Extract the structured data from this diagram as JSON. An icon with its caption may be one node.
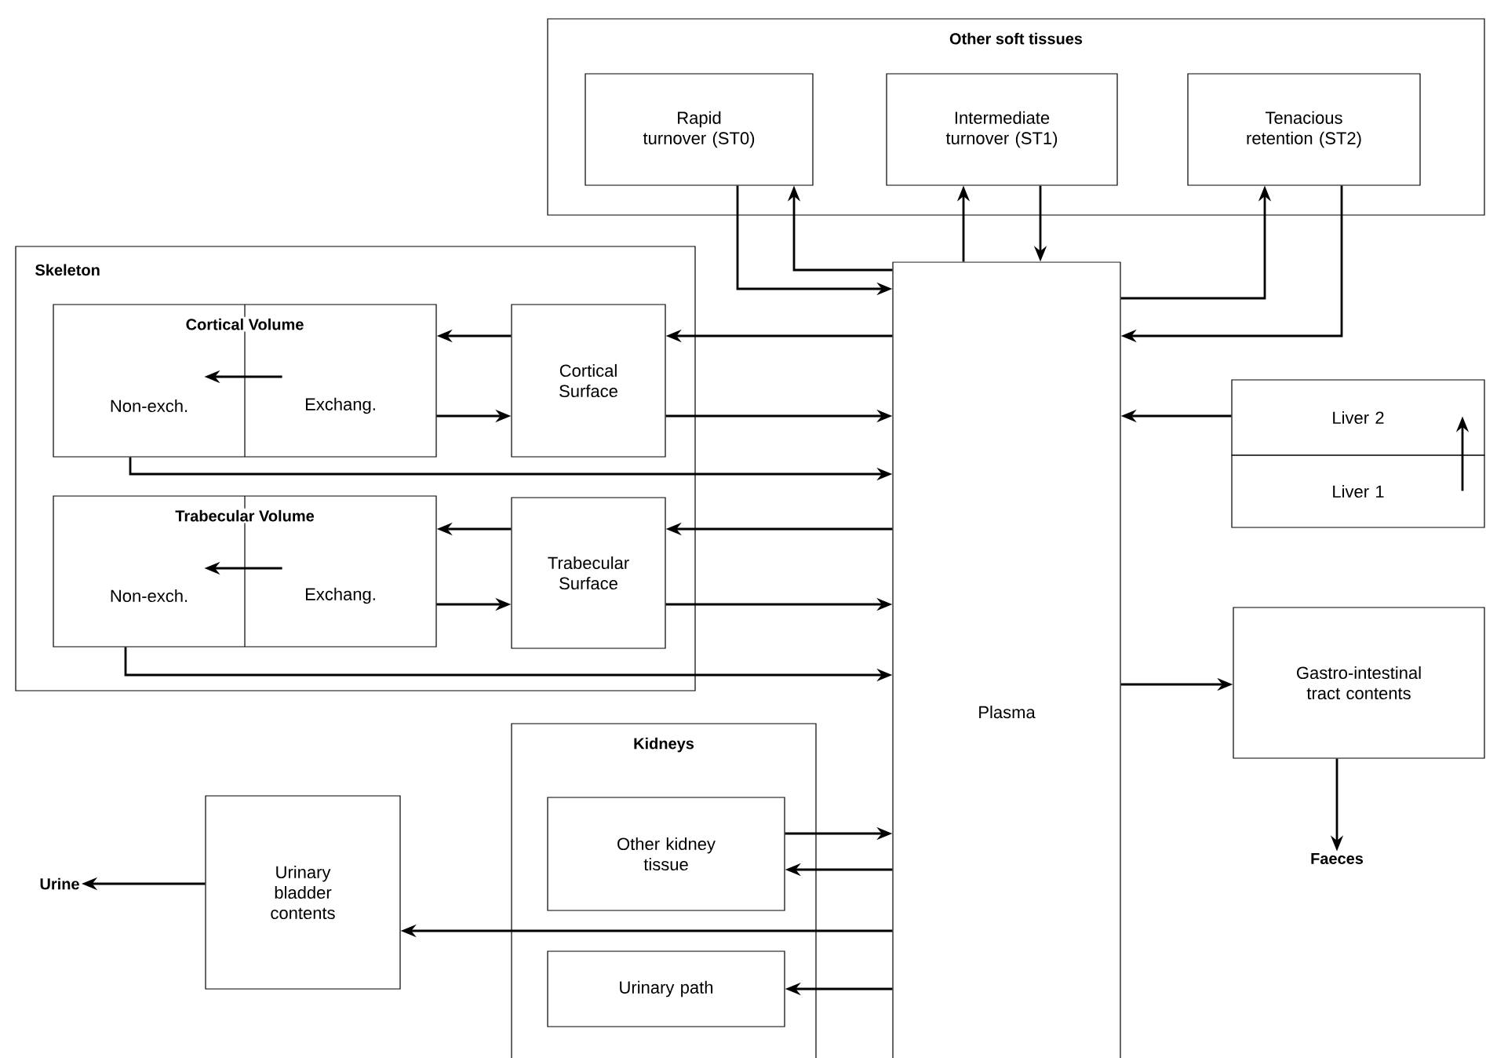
{
  "diagram": {
    "nodes": [
      {
        "text": [
          "Other soft tissues"
        ]
      },
      {
        "text": [
          "Rapid turnover (ST0)"
        ],
        "in": 0
      },
      {
        "text": [
          "Intermediate turnover (ST1)"
        ],
        "in": 0
      },
      {
        "text": [
          "Tenacious retention (ST2)"
        ],
        "in": 0
      },
      {
        "text": [
          "Skeleton"
        ]
      },
      {
        "text": [
          "Cortical Volume"
        ],
        "in": 4
      },
      {
        "text": [
          "Non-exch."
        ],
        "in": 5
      },
      {
        "text": [
          "Exchang."
        ],
        "in": 5
      },
      {
        "text": [
          "Cortical Surface"
        ],
        "in": 4
      },
      {
        "text": [
          "Trabecular Volume"
        ],
        "in": 4
      },
      {
        "text": [
          "Non-exch."
        ],
        "in": 9
      },
      {
        "text": [
          "Exchang."
        ],
        "in": 9
      },
      {
        "text": [
          "Trabecular Surface"
        ],
        "in": 4
      },
      {
        "text": [
          "Plasma"
        ]
      },
      {
        "text": [
          "Liver 2"
        ]
      },
      {
        "text": [
          "Liver 1"
        ]
      },
      {
        "text": [
          "Gastro-intestinal tract contents"
        ]
      },
      {
        "text": [
          "Kidneys"
        ]
      },
      {
        "text": [
          "Other kidney tissue"
        ],
        "in": 17
      },
      {
        "text": [
          "Urinary path"
        ],
        "in": 17
      },
      {
        "text": [
          "Urinary bladder contents"
        ]
      },
      {
        "text": [
          "Urine"
        ]
      },
      {
        "text": [
          "Faeces"
        ]
      }
    ],
    "edges": [
      {
        "from": 1,
        "to": 13,
        "arrow": "to"
      },
      {
        "from": 13,
        "to": 1,
        "arrow": "to"
      },
      {
        "from": 13,
        "to": 2,
        "arrow": "to"
      },
      {
        "from": 2,
        "to": 13,
        "arrow": "to"
      },
      {
        "from": 13,
        "to": 3,
        "arrow": "to"
      },
      {
        "from": 3,
        "to": 13,
        "arrow": "to"
      },
      {
        "from": 13,
        "to": 8,
        "arrow": "to"
      },
      {
        "from": 8,
        "to": 5,
        "arrow": "to"
      },
      {
        "from": 7,
        "to": 8,
        "arrow": "to"
      },
      {
        "from": 8,
        "to": 13,
        "arrow": "to"
      },
      {
        "from": 7,
        "to": 6,
        "arrow": "to"
      },
      {
        "from": 6,
        "to": 13,
        "arrow": "to"
      },
      {
        "from": 13,
        "to": 12,
        "arrow": "to"
      },
      {
        "from": 12,
        "to": 9,
        "arrow": "to"
      },
      {
        "from": 11,
        "to": 12,
        "arrow": "to"
      },
      {
        "from": 12,
        "to": 13,
        "arrow": "to"
      },
      {
        "from": 11,
        "to": 10,
        "arrow": "to"
      },
      {
        "from": 10,
        "to": 13,
        "arrow": "to"
      },
      {
        "from": 14,
        "to": 13,
        "arrow": "to"
      },
      {
        "from": 15,
        "to": 14,
        "arrow": "to"
      },
      {
        "from": 13,
        "to": 16,
        "arrow": "to"
      },
      {
        "from": 16,
        "to": 22,
        "arrow": "to"
      },
      {
        "from": 18,
        "to": 13,
        "arrow": "to"
      },
      {
        "from": 13,
        "to": 18,
        "arrow": "to"
      },
      {
        "from": 13,
        "to": 20,
        "arrow": "to"
      },
      {
        "from": 13,
        "to": 19,
        "arrow": "to"
      },
      {
        "from": 20,
        "to": 21,
        "arrow": "to"
      }
    ]
  }
}
